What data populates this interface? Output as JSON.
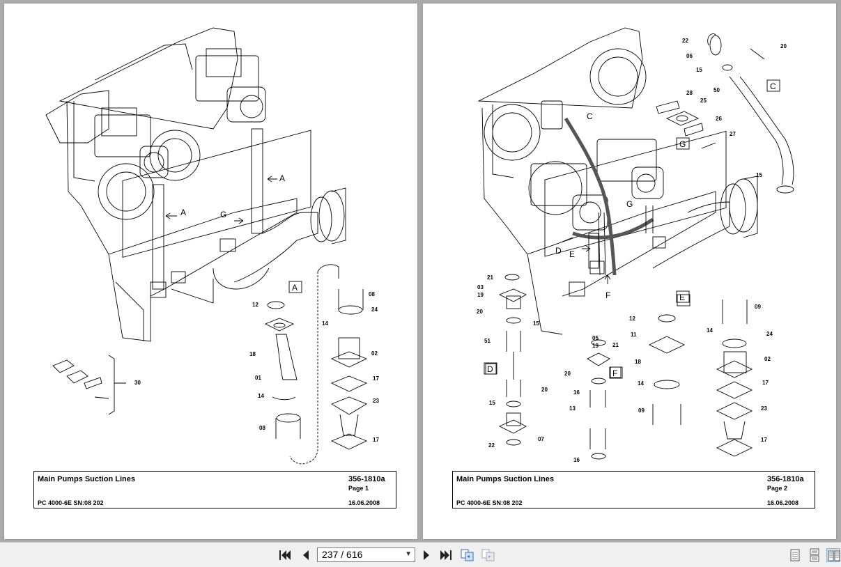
{
  "pages": [
    {
      "title": "Main Pumps Suction Lines",
      "code": "356-1810a",
      "page": "Page 1",
      "model": "PC 4000-6E SN:08 202",
      "date": "16.06.2008",
      "view_letters": {
        "a1": "A",
        "a2": "A",
        "g": "G"
      },
      "box_letters": {
        "a": "A"
      },
      "part_numbers": {
        "p12": "12",
        "p18": "18",
        "p01": "01",
        "p14": "14",
        "p08": "08",
        "p08b": "08",
        "p24": "24",
        "p14b": "14",
        "p02": "02",
        "p17": "17",
        "p23": "23",
        "p17b": "17",
        "p30": "30"
      }
    },
    {
      "title": "Main Pumps Suction Lines",
      "code": "356-1810a",
      "page": "Page 2",
      "model": "PC 4000-6E SN:08 202",
      "date": "16.06.2008",
      "view_letters": {
        "c": "C",
        "g": "G",
        "d": "D",
        "e": "E",
        "f": "F"
      },
      "box_letters": {
        "c": "C",
        "g": "G",
        "e": "E",
        "d": "D",
        "f": "F"
      },
      "part_numbers": {
        "p22": "22",
        "p06": "06",
        "p20": "20",
        "p15": "15",
        "p50": "50",
        "p28": "28",
        "p25": "25",
        "p26": "26",
        "p27": "27",
        "p15b": "15",
        "p21": "21",
        "p03": "03",
        "p19": "19",
        "p20b": "20",
        "p15c": "15",
        "p51": "51",
        "p05": "05",
        "p19b": "19",
        "p21b": "21",
        "p20c": "20",
        "p16": "16",
        "p13": "13",
        "p15d": "15",
        "p20d": "20",
        "p07": "07",
        "p22b": "22",
        "p16b": "16",
        "p12": "12",
        "p11": "11",
        "p18": "18",
        "p14": "14",
        "p09": "09",
        "p09b": "09",
        "p14b": "14",
        "p24": "24",
        "p02": "02",
        "p17": "17",
        "p23": "23",
        "p17b": "17"
      }
    }
  ],
  "toolbar": {
    "page_value": "237 / 616",
    "icons": [
      "first-page-icon",
      "previous-page-icon",
      "next-page-icon",
      "last-page-icon",
      "page-back-icon",
      "page-forward-icon",
      "single-page-view-icon",
      "continuous-view-icon",
      "two-page-view-icon"
    ]
  }
}
